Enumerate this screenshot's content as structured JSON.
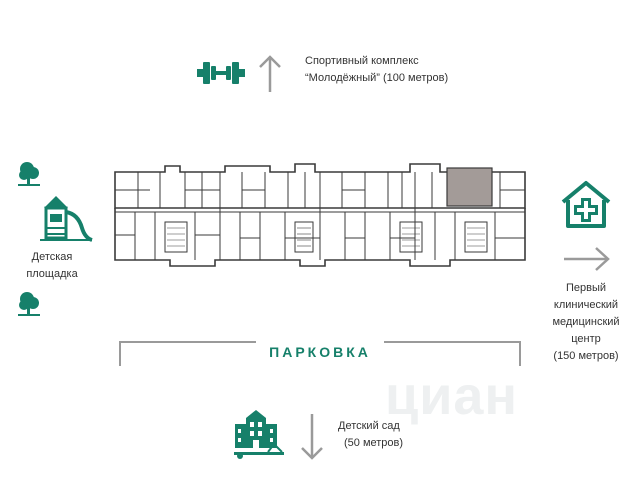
{
  "colors": {
    "accent": "#16806a",
    "arrow": "#9a9a9a",
    "plan_line": "#3a3a3a",
    "highlight_apartment": "#a39b98"
  },
  "sport": {
    "line1": "Спортивный комплекс",
    "line2": "“Молодёжный” (100 метров)",
    "icon": "dumbbell-icon"
  },
  "playground": {
    "line1": "Детская",
    "line2": "площадка",
    "icon": "playground-slide-icon"
  },
  "medical": {
    "line1": "Первый",
    "line2": "клинический",
    "line3": "медицинский",
    "line4": "центр",
    "line5": "(150 метров)",
    "icon": "medical-cross-house-icon"
  },
  "parking": {
    "label": "ПАРКОВКА"
  },
  "kindergarten": {
    "line1": "Детский сад",
    "line2": "(50 метров)",
    "icon": "kindergarten-building-icon"
  },
  "trees": {
    "icon": "tree-icon"
  },
  "watermark": {
    "text": "циан"
  }
}
